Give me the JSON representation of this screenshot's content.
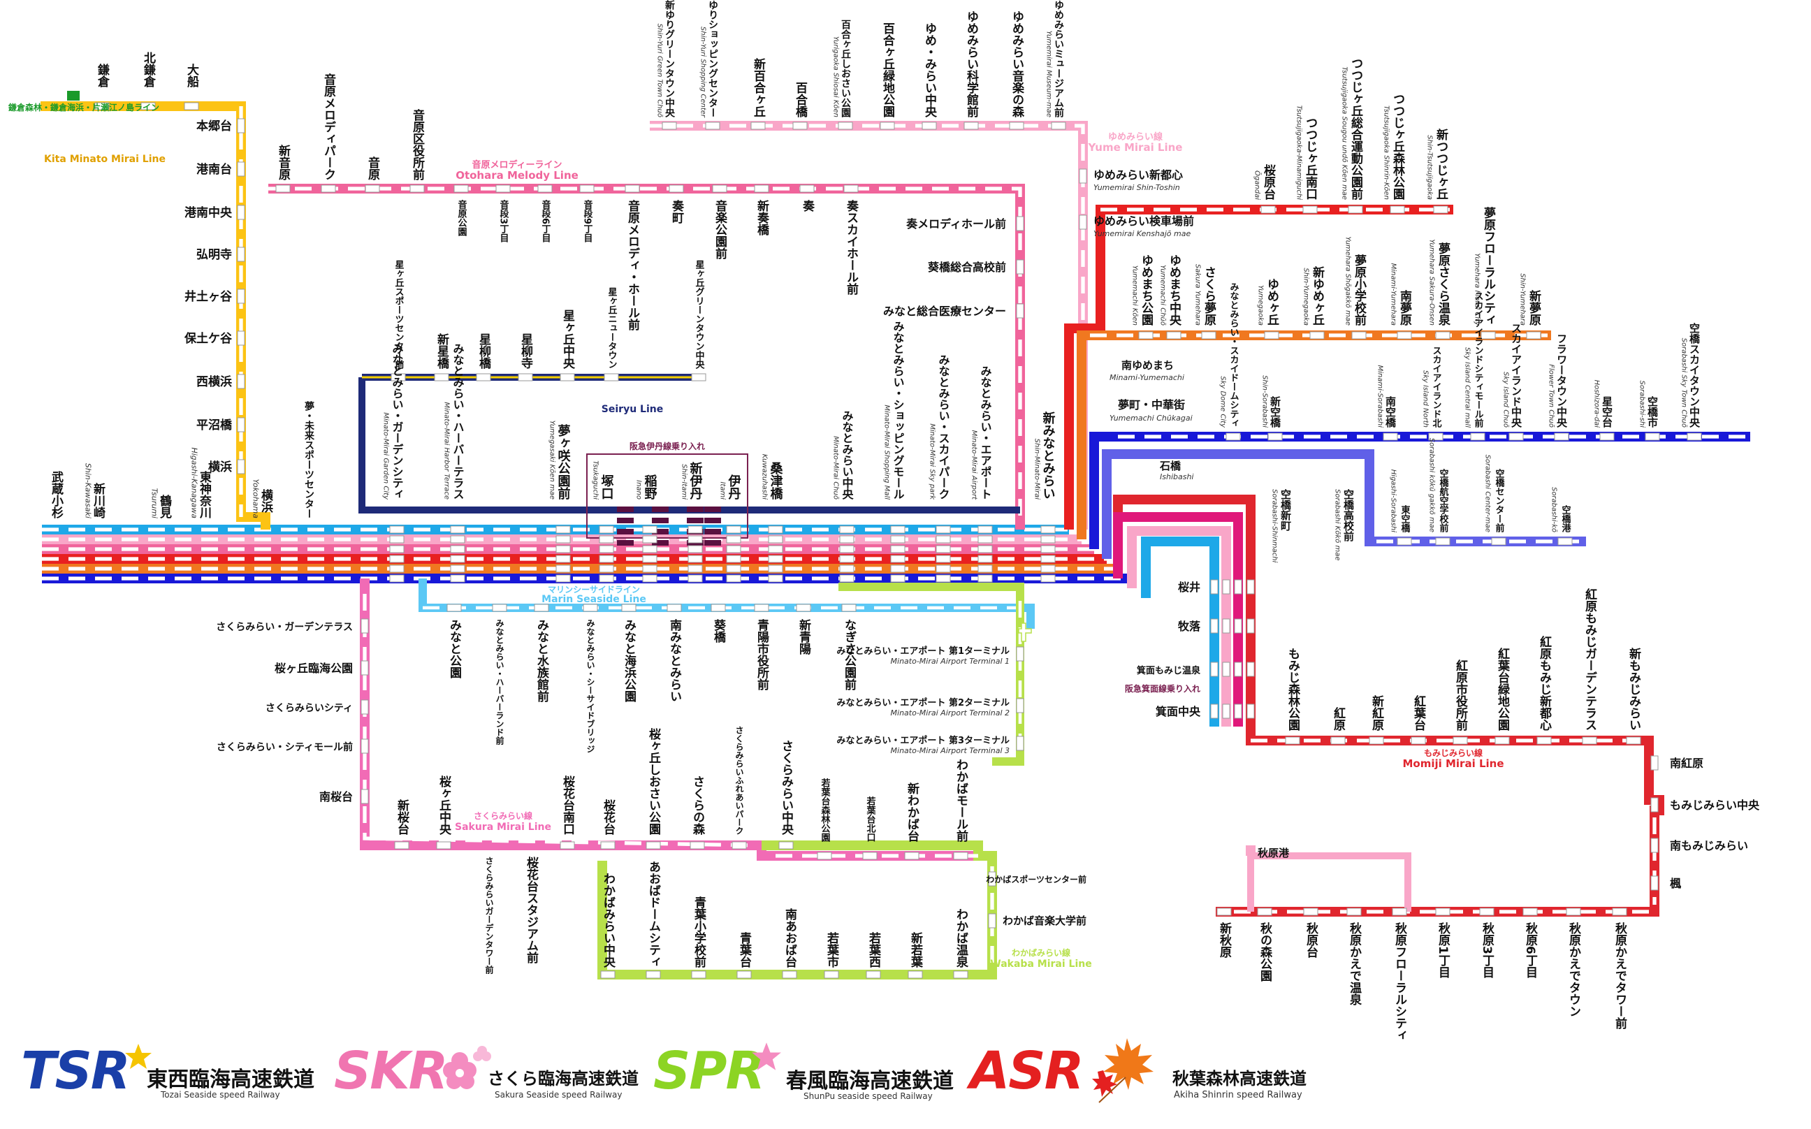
{
  "lines": [
    {
      "id": "kita",
      "name": "Kita Minato Mirai Line",
      "color": "#FCC314"
    },
    {
      "id": "otohara",
      "name": "Otohara Melody Line",
      "jp": "音原メロディーライン",
      "color": "#F0649B"
    },
    {
      "id": "yume",
      "name": "Yume Mirai Line",
      "jp": "ゆめみらい線",
      "color": "#F9A6C8"
    },
    {
      "id": "seiryu",
      "name": "Seiryu Line",
      "color": "#1E2A78"
    },
    {
      "id": "marin",
      "name": "Marin Seaside Line",
      "jp": "マリンシーサイドライン",
      "color": "#5BC8F5"
    },
    {
      "id": "sakura",
      "name": "Sakura Mirai Line",
      "jp": "さくらみらい線",
      "color": "#F16BB5"
    },
    {
      "id": "wakaba",
      "name": "Wakaba Mirai Line",
      "jp": "わかばみらい線",
      "color": "#B7E04A"
    },
    {
      "id": "momiji",
      "name": "Momiji Mirai Line",
      "jp": "もみじみらい線",
      "color": "#E0262E"
    },
    {
      "id": "red",
      "name": "",
      "color": "#E82020"
    },
    {
      "id": "orange",
      "name": "",
      "color": "#F07820"
    },
    {
      "id": "blue",
      "name": "",
      "color": "#1818D8"
    },
    {
      "id": "cyan",
      "name": "",
      "color": "#1EA8E8"
    },
    {
      "id": "violet",
      "name": "",
      "color": "#6060E8"
    },
    {
      "id": "magenta",
      "name": "",
      "color": "#E0187A"
    }
  ],
  "notes": {
    "hankyu_itami": "阪急伊丹線乗り入れ",
    "hankyu_minoh": "阪急箕面線乗り入れ",
    "enoden": "鎌倉森林・鎌倉海浜・片瀬江ノ島ライン"
  },
  "kita_stations": [
    "鎌倉",
    "北鎌倉",
    "大船",
    "本郷台",
    "港南台",
    "港南中央",
    "弘明寺",
    "井土ヶ谷",
    "保土ケ谷",
    "西横浜",
    "平沼橋",
    "横浜"
  ],
  "west_stations": [
    "武蔵小杉",
    "新川崎",
    "鶴見",
    "東神奈川",
    "夢・未来スポーツセンター"
  ],
  "west_stations_en": [
    "",
    "Shin-Kawasaki",
    "Tsurumi",
    "Higashi-Kanagawa",
    "",
    "Yokohama"
  ],
  "otohara_top": [
    "新音原",
    "音原メロディパーク",
    "音原",
    "音原区役所前"
  ],
  "otohara_bottom": [
    "音原公園",
    "音段3丁目",
    "音段6丁目",
    "音段9丁目",
    "音原メロディ・ホール前",
    "奏町",
    "音楽公園前",
    "新奏橋",
    "奏",
    "奏スカイホール前"
  ],
  "otohara_right": [
    "奏メロディホール前",
    "葵橋総合高校前",
    "みなと総合医療センター"
  ],
  "yume_top": [
    "新ゆりグリーンタウン中央",
    "新ゆりショッピングセンター",
    "新百合ヶ丘",
    "百合橋",
    "百合ヶ丘しおさい公園",
    "百合ヶ丘緑地公園",
    "ゆめ・みらい中央",
    "ゆめみらい科学館前",
    "ゆめみらい音楽の森",
    "ゆめみらいミュージアム前"
  ],
  "yume_top_en": [
    "Shin-Yuri Green Town Chuō",
    "Shin-Yuri Shopping Center",
    "",
    "",
    "Yurigaoka Shiosai Kōen",
    "",
    "",
    "",
    "",
    "Yumemirai Museum-mae"
  ],
  "yume_right": [
    "ゆめみらい新都心",
    "ゆめみらい検車場前"
  ],
  "yume_right_en": [
    "Yumemirai Shin-Toshin",
    "Yumemirai Kenshajō mae"
  ],
  "seiryu_stations": [
    "星ヶ丘スポーツセンター前",
    "新星橋",
    "星柳橋",
    "星柳寺",
    "星ヶ丘中央",
    "星ヶ丘ニュータウン",
    "星ヶ丘グリーンタウン中央"
  ],
  "trunk_stations": [
    "みなとみらい・ガーデンシティ",
    "みなとみらい・ハーバーテラス",
    "夢ヶ咲公園前",
    "塚口",
    "稲野",
    "新伊丹",
    "伊丹",
    "桑津橋",
    "みなとみらい中央",
    "みなとみらい・ショッピングモール",
    "みなとみらい・スカイパーク",
    "みなとみらい・エアポート",
    "新みなとみらい"
  ],
  "trunk_stations_en": [
    "Minato-Mirai Garden City",
    "Minato-Mirai Harbor Terrace",
    "Yumegasaki Kōen mae",
    "Tsukaguchi",
    "Inano",
    "Shin-Itami",
    "Itami",
    "Kuwazuhashi",
    "Minato-Mirai Chuō",
    "Minato-Mirai Shopping Mall",
    "Minato-Mirai Sky park",
    "Minato-Mirai Airport",
    "Shin-Minato-Mirai"
  ],
  "marin_stations": [
    "みなと公園",
    "みなとみらい・ハーバーランド前",
    "みなと水族館前",
    "みなとみらい・シーサイドブリッジ",
    "みなと海浜公園",
    "南みなとみらい",
    "葵橋",
    "青陽市役所前",
    "新青陽",
    "なぎさ公園前"
  ],
  "airport_stations": [
    "みなとみらい・エアポート 第1ターミナル",
    "みなとみらい・エアポート 第2ターミナル",
    "みなとみらい・エアポート 第3ターミナル"
  ],
  "airport_stations_en": [
    "Minato-Mirai Airport Terminal 1",
    "Minato-Mirai Airport Terminal 2",
    "Minato-Mirai Airport Terminal 3"
  ],
  "sakura_left": [
    "さくらみらい・ガーデンテラス",
    "桜ヶ丘臨海公園",
    "さくらみらいシティ",
    "さくらみらい・シティモール前",
    "南桜台"
  ],
  "sakura_bottom_top": [
    "新桜台",
    "桜ヶ丘中央",
    "桜花台南口",
    "桜花台",
    "桜ヶ丘しおさい公園",
    "さくらの森",
    "さくらみらいふれあいパーク",
    "さくらみらい中央"
  ],
  "sakura_below": [
    "さくらみらいガーデンタワー前",
    "桜花台スタジアム前"
  ],
  "wakaba_top": [
    "若葉台森林公園",
    "若葉台北口",
    "新わかば台",
    "わかばモール前"
  ],
  "wakaba_right": [
    "わかばスポーツセンター前",
    "わかば音楽大学前"
  ],
  "wakaba_bottom": [
    "わかばみらい中央",
    "あおばドームシティ",
    "青葉小学校前",
    "青葉台",
    "南あおば台",
    "若葉市",
    "若葉西",
    "新若葉",
    "わかば温泉"
  ],
  "east_red_stations": [
    "桜原台",
    "つつじヶ丘南口",
    "つつじヶ丘総合運動公園前",
    "つつじヶ丘森林公園",
    "新つつじヶ丘"
  ],
  "east_red_en": [
    "Ōgandai",
    "Tsutsujigaoka-Minamiguchi",
    "Tsutsujigaoka Sougou undō Kōen mae",
    "Tsutsujigaoka Shinrin-Kōen",
    "Shin-Tsutsujigaoka"
  ],
  "east_orange_stations": [
    "ゆめまち公園",
    "ゆめまち中央",
    "さくら夢原",
    "ゆめヶ丘",
    "新ゆめヶ丘",
    "夢原小学校前",
    "南夢原",
    "夢原さくら温泉",
    "夢原フローラルシティ",
    "新夢原"
  ],
  "east_orange_en": [
    "Yumemachi Kōen",
    "Yumemachi Chūō",
    "Sakura Yumehara",
    "Yumegaoka",
    "Shin-Yumegaoka",
    "Yumehara Shōgakkō mae",
    "Minami-Yumehara",
    "Yumehara Sakura-Onsen",
    "Yumehara Floral City",
    "Shin-Yumehara"
  ],
  "east_blue_stations": [
    "南ゆめまち",
    "夢町・中華街",
    "みなとみらい・スカイドームシティ",
    "新空橋",
    "南空橋",
    "スカイアイランド北",
    "スカイアイランドシティモール前",
    "スカイアイランド中央",
    "フラワータウン中央",
    "星空台",
    "空橋市",
    "空橋スカイタウン中央"
  ],
  "east_blue_en": [
    "Minami-Yumemachi",
    "Yumemachi Chūkagai",
    "Sky Dome City",
    "Shin-Sorabashi",
    "Minami-Sorabashi",
    "Sky Island North",
    "Sky Island Central mall",
    "Sky Island Chuō",
    "Flower Town Chuō",
    "Hoshizora-dai",
    "Sorabashi-shi",
    "Sorabashi Sky Town Chuō"
  ],
  "east_violet_stations": [
    "石橋",
    "空橋新町",
    "空橋高校前",
    "東空橋",
    "空橋航空学校前",
    "空橋センター前",
    "空橋港"
  ],
  "east_violet_en": [
    "Ishibashi",
    "Sorabashi-Shinmachi",
    "Sorabashi Kōkō mae",
    "Higashi-Sorabashi",
    "Sorabashi kōkū gakkō mae",
    "Sorabashi Center-mae",
    "Sorabashi-kō"
  ],
  "minoh_stations": [
    "桜井",
    "牧落",
    "箕面もみじ温泉",
    "箕面中央"
  ],
  "momiji_top": [
    "もみじ森林公園",
    "紅原",
    "新紅原",
    "紅葉台",
    "紅原市役所前",
    "紅葉台緑地公園",
    "紅原もみじ新都心",
    "紅原もみじガーデンテラス",
    "新もみじみらい"
  ],
  "momiji_right": [
    "南紅原",
    "もみじみらい中央",
    "南もみじみらい",
    "楓"
  ],
  "momiji_bottom": [
    "新秋原",
    "秋の森公園",
    "秋原台",
    "秋原かえで温泉",
    "秋原フローラルシティ",
    "秋原1丁目",
    "秋原3丁目",
    "秋原6丁目",
    "秋原かえでタウン",
    "秋原かえでタワー前"
  ],
  "momiji_branch": [
    "秋原港"
  ],
  "companies": [
    {
      "abbr": "TSR",
      "jp": "東西臨海高速鉄道",
      "en": "Tozai Seaside speed Railway",
      "color": "#1A3FA8"
    },
    {
      "abbr": "SKR",
      "jp": "さくら臨海高速鉄道",
      "en": "Sakura Seaside speed Railway",
      "color": "#F075B0"
    },
    {
      "abbr": "SPR",
      "jp": "春風臨海高速鉄道",
      "en": "ShunPu seaside speed Railway",
      "color": "#8CD424"
    },
    {
      "abbr": "ASR",
      "jp": "秋葉森林高速鉄道",
      "en": "Akiha Shinrin speed Railway",
      "color": "#E42020"
    }
  ]
}
